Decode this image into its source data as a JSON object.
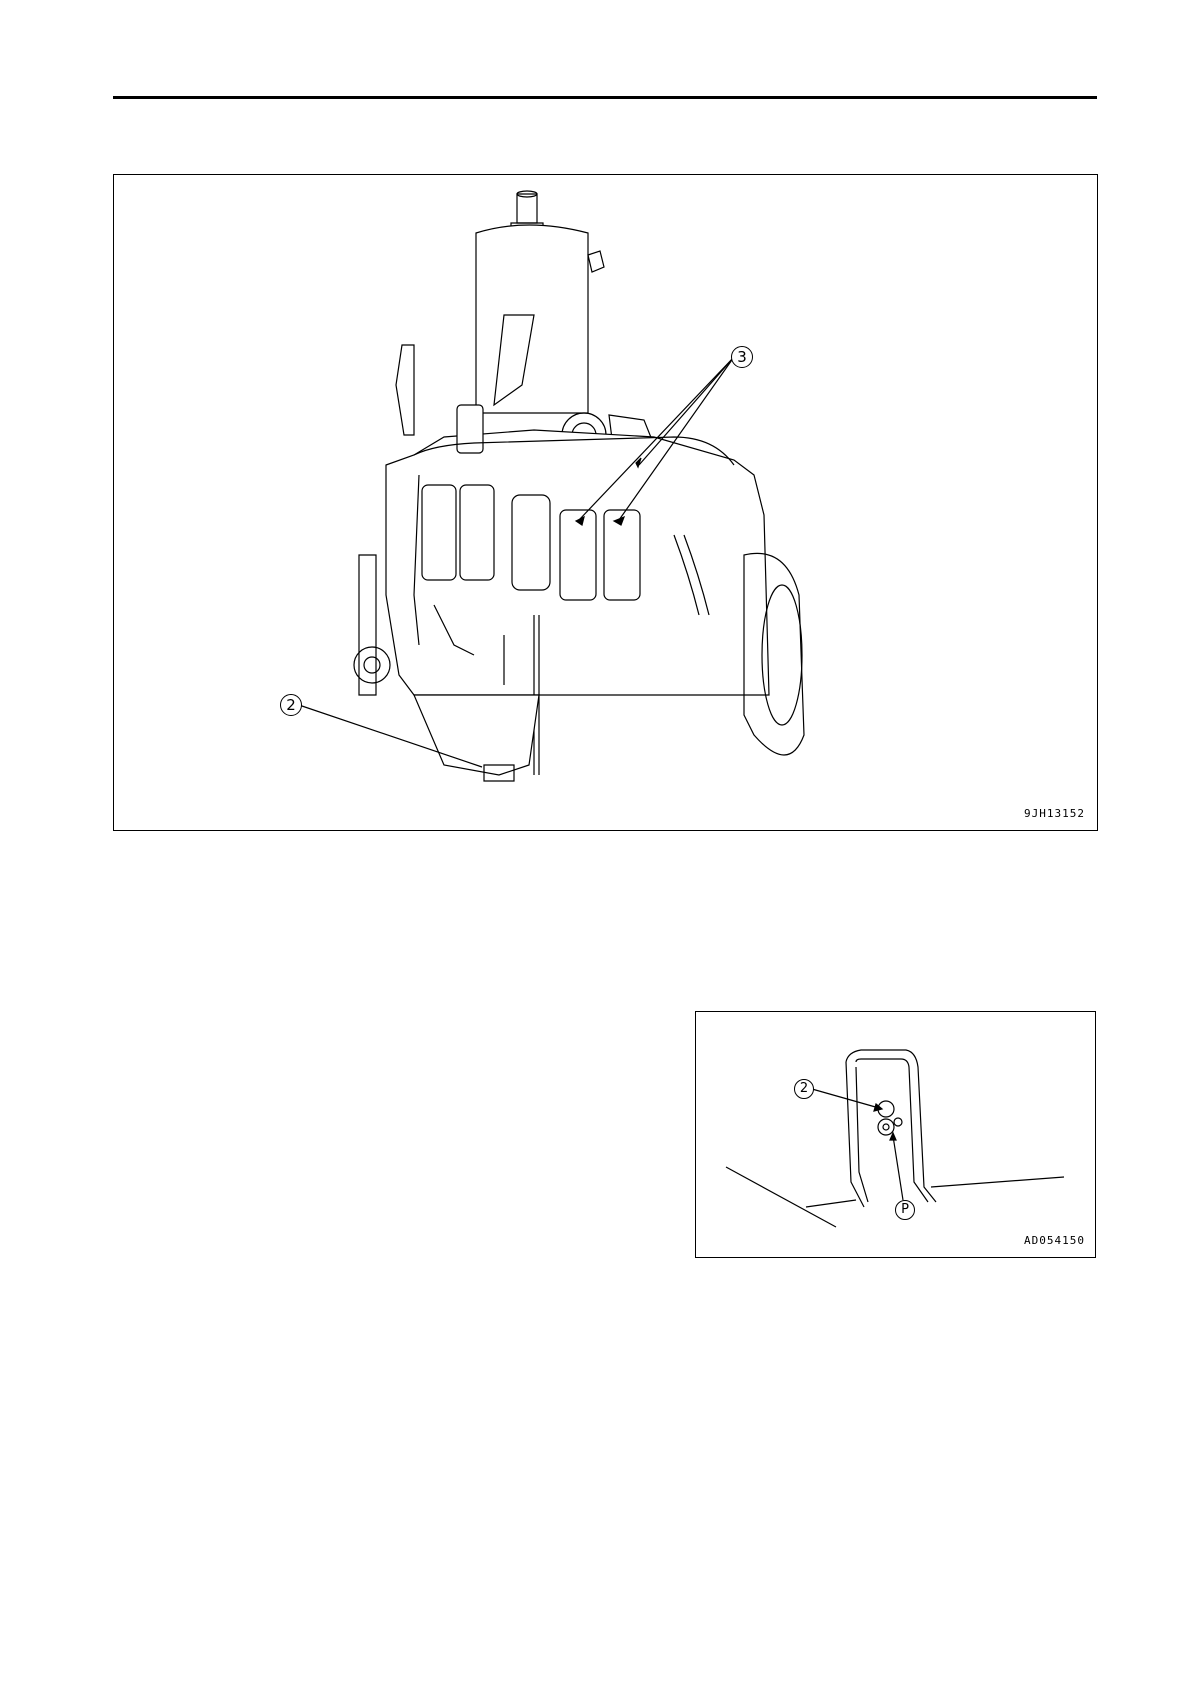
{
  "figures": [
    {
      "id": "engine-overview",
      "code": "9JH13152",
      "callouts": [
        "3",
        "2"
      ]
    },
    {
      "id": "drain-plug-detail",
      "code": "AD054150",
      "callouts": [
        "2",
        "P"
      ]
    }
  ]
}
